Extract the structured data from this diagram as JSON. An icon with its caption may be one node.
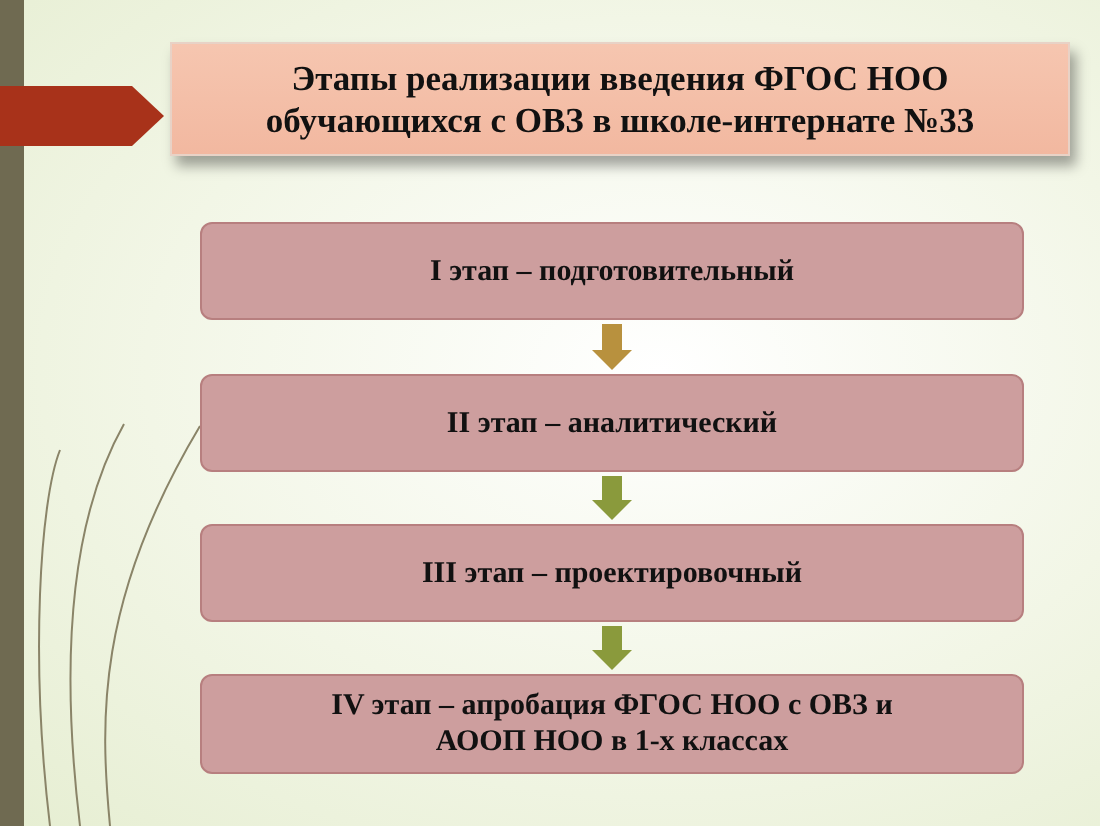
{
  "diagram": {
    "title": "Этапы реализации введения ФГОС НОО обучающихся с ОВЗ в школе-интернате №33",
    "nodes": [
      {
        "text": [
          "I этап – подготовительный"
        ]
      },
      {
        "text": [
          "II этап – аналитический"
        ]
      },
      {
        "text": [
          "III этап – проектировочный"
        ]
      },
      {
        "text": [
          "IV этап – апробация ФГОС НОО с ОВЗ и АООП НОО в 1-х классах"
        ]
      }
    ],
    "edges": [
      {
        "from": 0,
        "to": 1,
        "arrow": "to",
        "color": "#b8913e"
      },
      {
        "from": 1,
        "to": 2,
        "arrow": "to"
      },
      {
        "from": 2,
        "to": 3,
        "arrow": "to"
      }
    ]
  }
}
